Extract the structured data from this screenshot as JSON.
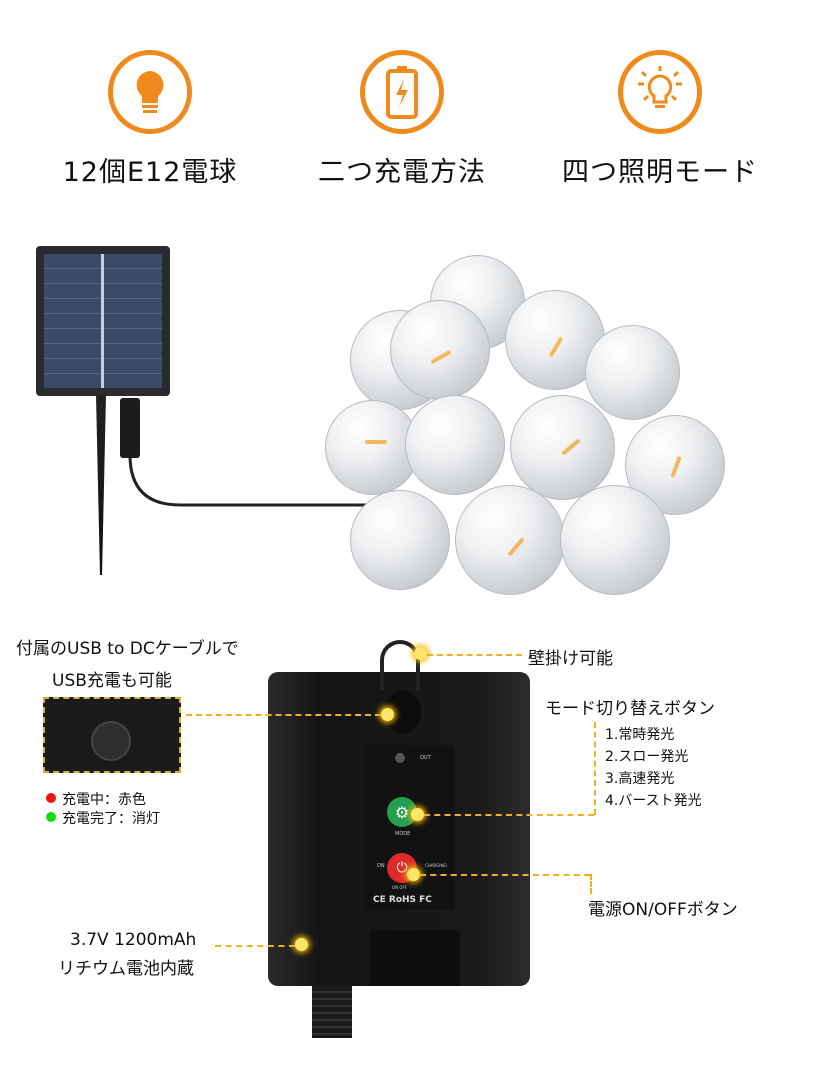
{
  "features": [
    {
      "icon": "bulb-icon",
      "label": "12個E12電球"
    },
    {
      "icon": "battery-charging-icon",
      "label": "二つ充電方法"
    },
    {
      "icon": "light-mode-icon",
      "label": "四つ照明モード"
    }
  ],
  "accent_color": "#f08a1c",
  "callouts": {
    "usb_line1": "付属のUSB to DCケーブルで",
    "usb_line2": "USB充電も可能",
    "charging_red": "充電中：赤色",
    "charging_green": "充電完了：消灯",
    "wall_mount": "壁掛け可能",
    "mode_button": "モード切り替えボタン",
    "modes": [
      "1.常時発光",
      "2.スロー発光",
      "3.高速発光",
      "4.バースト発光"
    ],
    "power_button": "電源ON/OFFボタン",
    "battery_line1": "3.7V 1200mAh",
    "battery_line2": "リチウム電池内蔵"
  },
  "device_labels": {
    "out": "OUT",
    "mode": "MODE",
    "on": "ON",
    "charging": "CHARGING",
    "onoff": "ON OFF",
    "certs": "CE RoHS FC"
  }
}
